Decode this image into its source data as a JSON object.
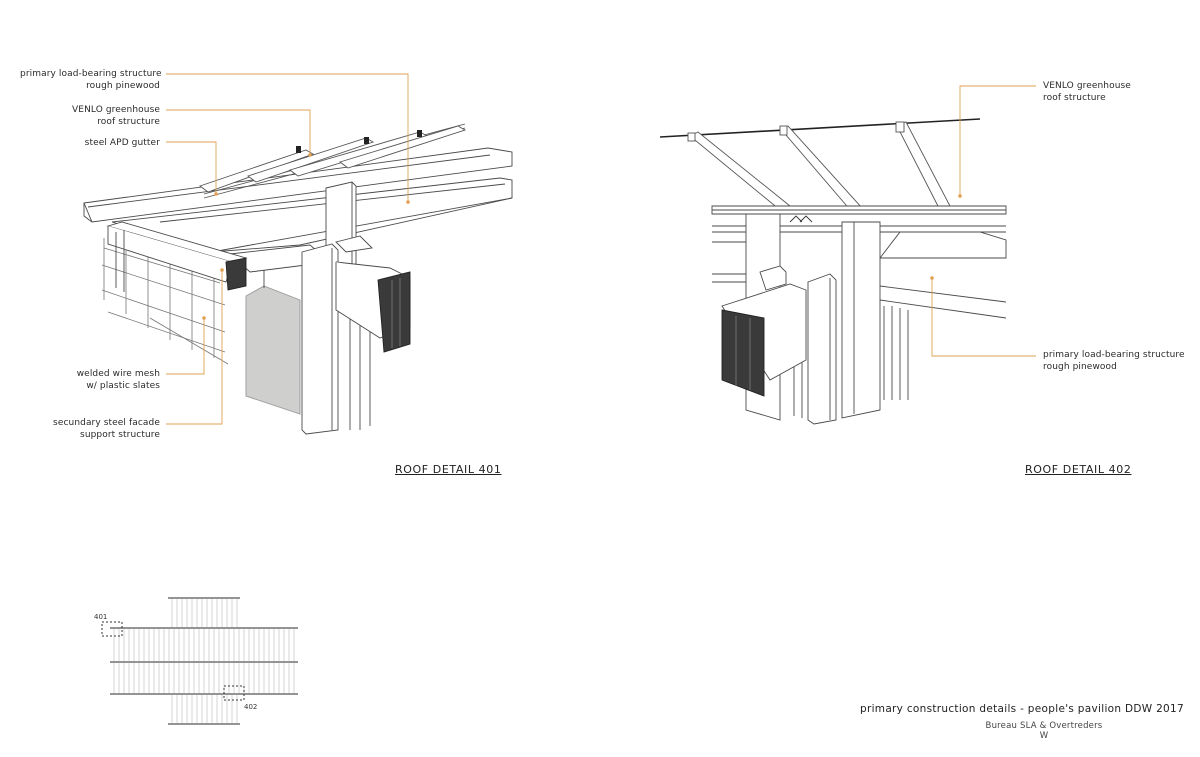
{
  "detail_401": {
    "title": "ROOF DETAIL 401",
    "labels": {
      "primary_line1": "primary load-bearing structure",
      "primary_line2": "rough pinewood",
      "venlo_line1": "VENLO greenhouse",
      "venlo_line2": "roof structure",
      "gutter": "steel APD gutter",
      "mesh_line1": "welded wire mesh",
      "mesh_line2": "w/ plastic slates",
      "facade_line1": "secundary steel facade",
      "facade_line2": "support structure"
    }
  },
  "detail_402": {
    "title": "ROOF DETAIL 402",
    "labels": {
      "venlo_line1": "VENLO greenhouse",
      "venlo_line2": "roof structure",
      "primary_line1": "primary load-bearing structure",
      "primary_line2": "rough pinewood"
    }
  },
  "key_plan": {
    "tag_401": "401",
    "tag_402": "402"
  },
  "sheet": {
    "title": "primary construction details - people's pavilion DDW 2017",
    "subtitle": "Bureau SLA & Overtreders W"
  },
  "colors": {
    "leader": "#e0a050",
    "line": "#333333",
    "dark_block": "#3a3a3a",
    "panel": "#cfcfcd"
  }
}
